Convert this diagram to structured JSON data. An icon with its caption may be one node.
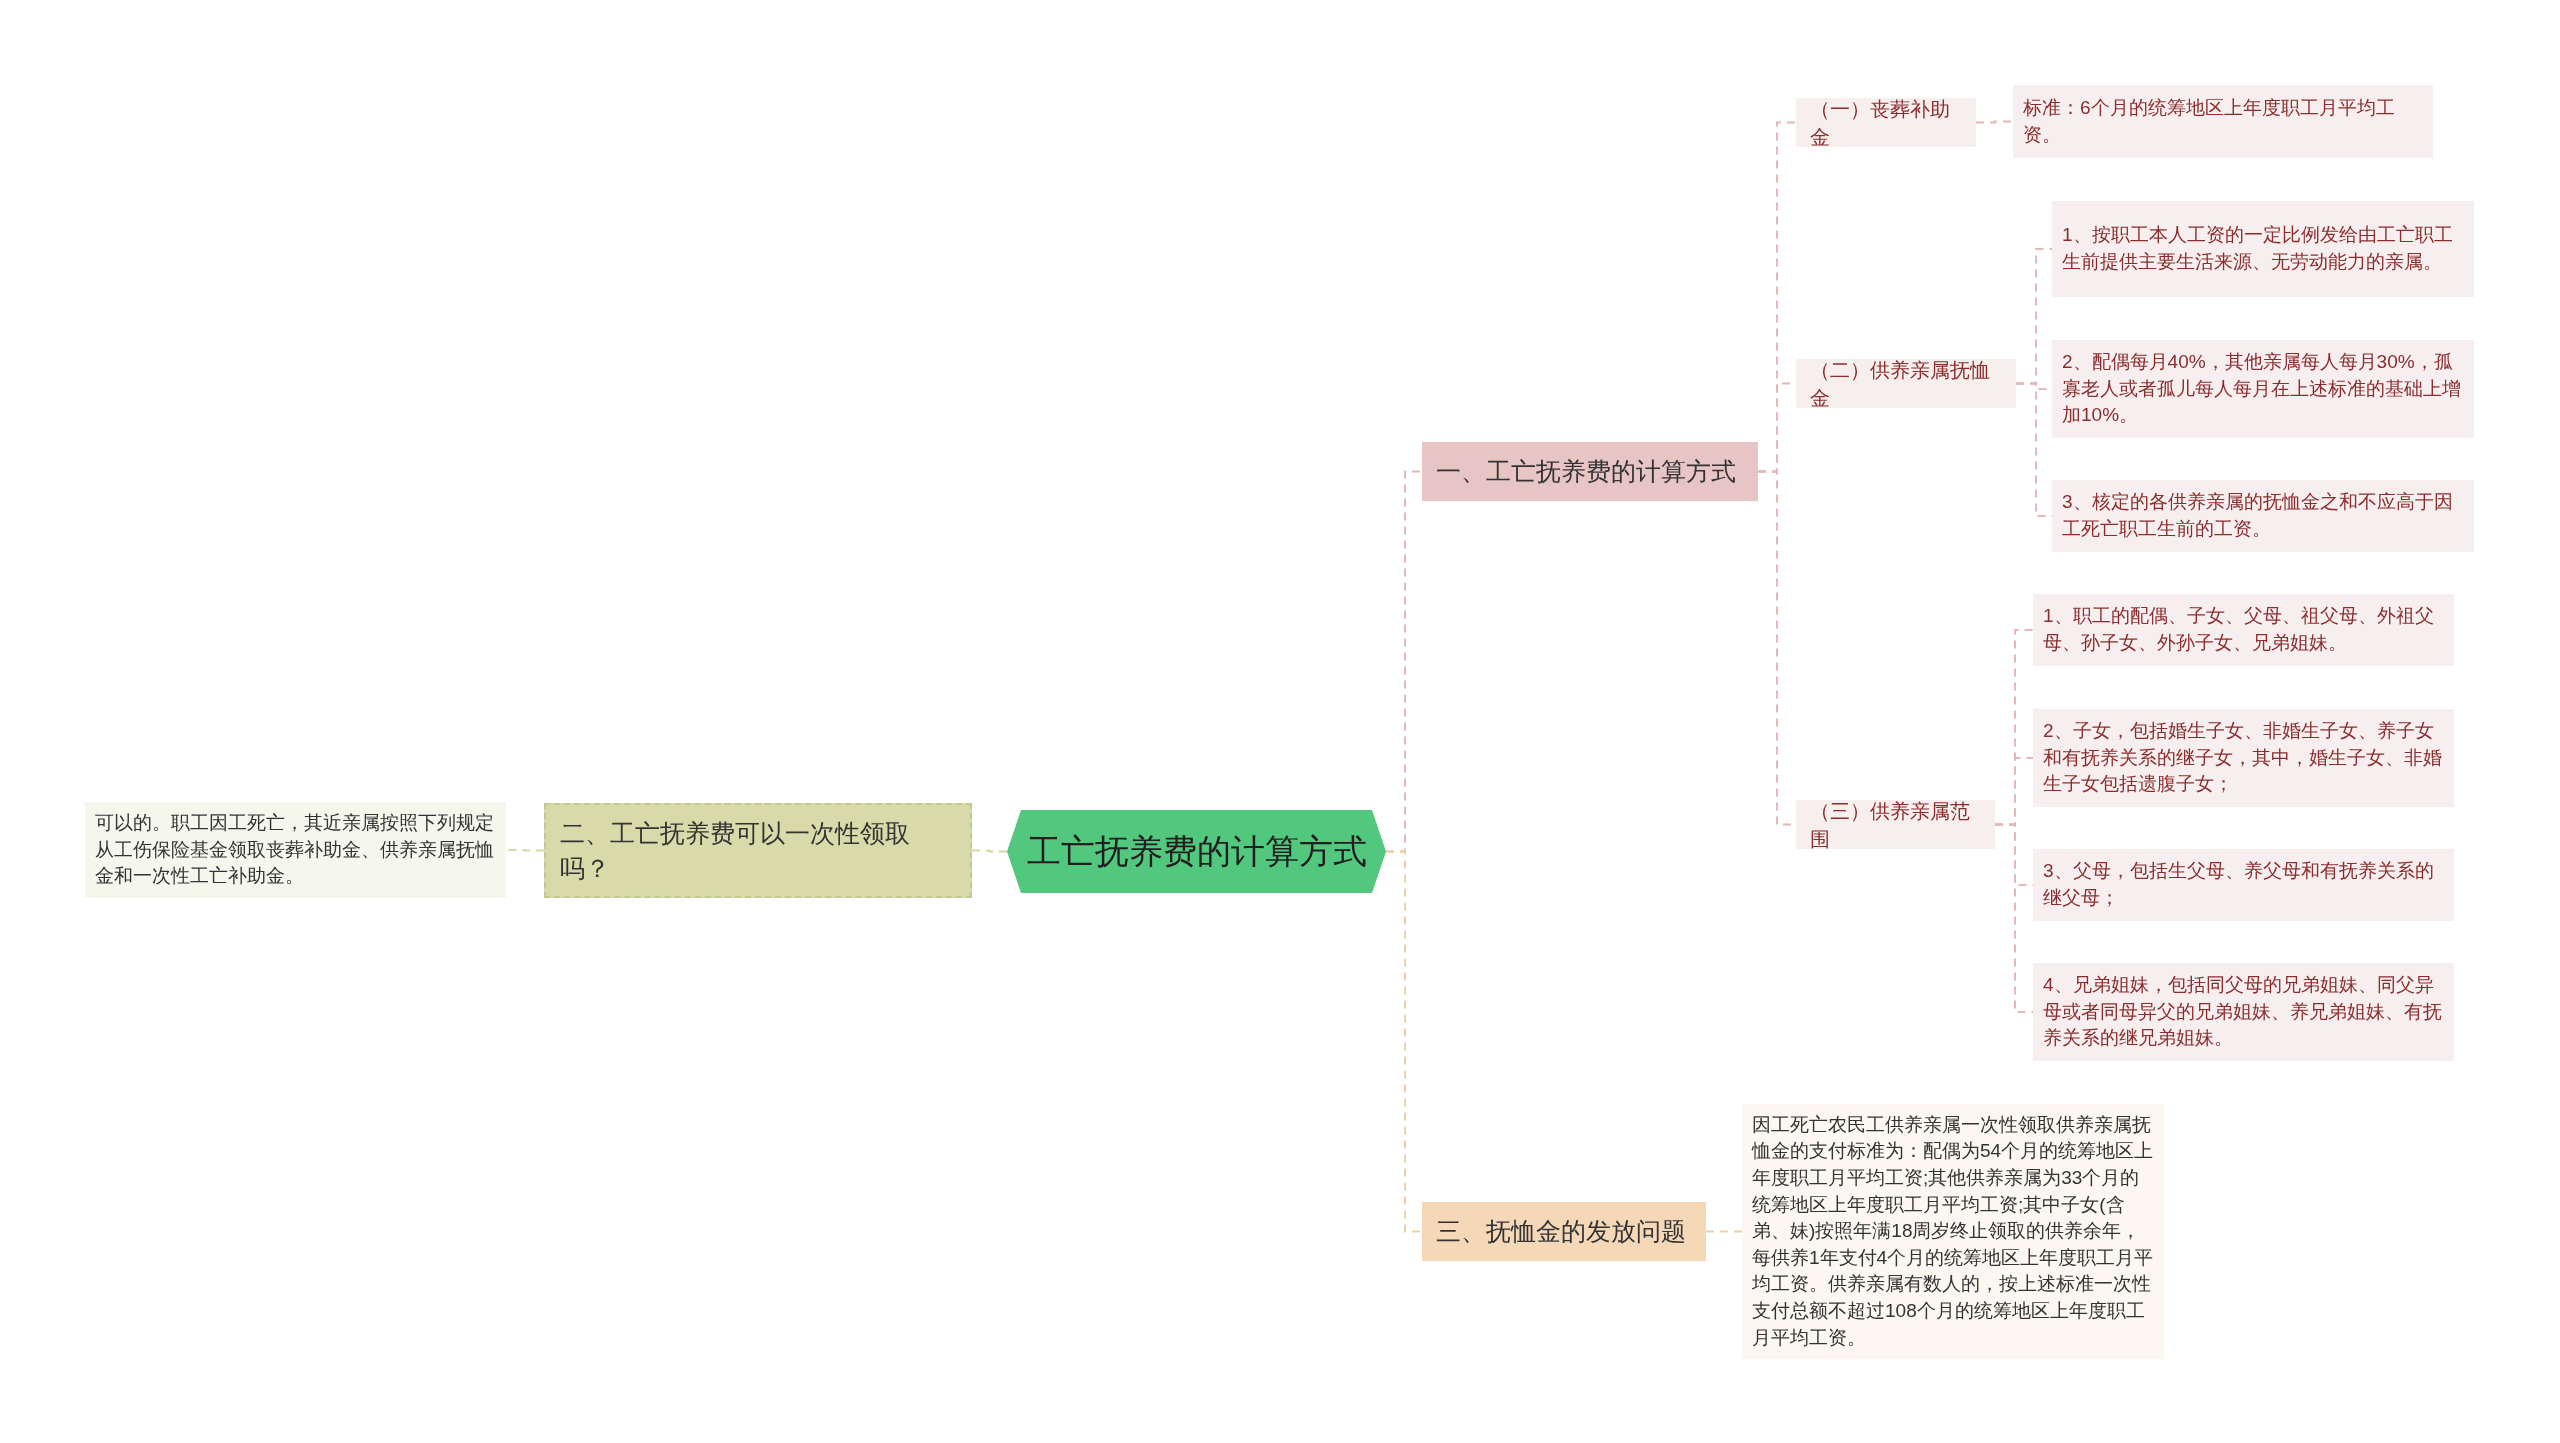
{
  "diagram": {
    "nodes": [
      {
        "text": [
          "工亡抚养费的计算方式"
        ]
      },
      {
        "text": [
          "一、工亡抚养费的计算方式"
        ]
      },
      {
        "text": [
          "（一）丧葬补助金"
        ]
      },
      {
        "text": [
          "标准：6个月的统筹地区上年度职工月平均工资。"
        ]
      },
      {
        "text": [
          "（二）供养亲属抚恤金"
        ]
      },
      {
        "text": [
          "1、按职工本人工资的一定比例发给由工亡职工生前提供主要生活来源、无劳动能力的亲属。"
        ]
      },
      {
        "text": [
          "2、配偶每月40%，其他亲属每人每月30%，孤寡老人或者孤儿每人每月在上述标准的基础上增加10%。"
        ]
      },
      {
        "text": [
          "3、核定的各供养亲属的抚恤金之和不应高于因工死亡职工生前的工资。"
        ]
      },
      {
        "text": [
          "（三）供养亲属范围"
        ]
      },
      {
        "text": [
          "1、职工的配偶、子女、父母、祖父母、外祖父母、孙子女、外孙子女、兄弟姐妹。"
        ]
      },
      {
        "text": [
          "2、子女，包括婚生子女、非婚生子女、养子女和有抚养关系的继子女，其中，婚生子女、非婚生子女包括遗腹子女；"
        ]
      },
      {
        "text": [
          "3、父母，包括生父母、养父母和有抚养关系的继父母；"
        ]
      },
      {
        "text": [
          "4、兄弟姐妹，包括同父母的兄弟姐妹、同父异母或者同母异父的兄弟姐妹、养兄弟姐妹、有抚养关系的继兄弟姐妹。"
        ]
      },
      {
        "text": [
          "三、抚恤金的发放问题"
        ]
      },
      {
        "text": [
          "因工死亡农民工供养亲属一次性领取供养亲属抚恤金的支付标准为：配偶为54个月的统筹地区上年度职工月平均工资;其他供养亲属为33个月的统筹地区上年度职工月平均工资;其中子女(含弟、妹)按照年满18周岁终止领取的供养余年，每供养1年支付4个月的统筹地区上年度职工月平均工资。供养亲属有数人的，按上述标准一次性支付总额不超过108个月的统筹地区上年度职工月平均工资。"
        ]
      },
      {
        "text": [
          "二、工亡抚养费可以一次性领取吗？"
        ]
      },
      {
        "text": [
          "可以的。职工因工死亡，其近亲属按照下列规定从工伤保险基金领取丧葬补助金、供养亲属抚恤金和一次性工亡补助金。"
        ]
      }
    ],
    "edges": [
      {
        "from": 0,
        "to": 1,
        "arrow": "none"
      },
      {
        "from": 1,
        "to": 2,
        "arrow": "none"
      },
      {
        "from": 2,
        "to": 3,
        "arrow": "none"
      },
      {
        "from": 1,
        "to": 4,
        "arrow": "none"
      },
      {
        "from": 4,
        "to": 5,
        "arrow": "none"
      },
      {
        "from": 4,
        "to": 6,
        "arrow": "none"
      },
      {
        "from": 4,
        "to": 7,
        "arrow": "none"
      },
      {
        "from": 1,
        "to": 8,
        "arrow": "none"
      },
      {
        "from": 8,
        "to": 9,
        "arrow": "none"
      },
      {
        "from": 8,
        "to": 10,
        "arrow": "none"
      },
      {
        "from": 8,
        "to": 11,
        "arrow": "none"
      },
      {
        "from": 8,
        "to": 12,
        "arrow": "none"
      },
      {
        "from": 0,
        "to": 13,
        "arrow": "none",
        "color": "#f0cfa8"
      },
      {
        "from": 13,
        "to": 14,
        "arrow": "none",
        "color": "#f0cfa8"
      },
      {
        "from": 0,
        "to": 15,
        "arrow": "none",
        "color": "#d6d8a4"
      },
      {
        "from": 15,
        "to": 16,
        "arrow": "none",
        "color": "#d6d8a4"
      }
    ]
  }
}
